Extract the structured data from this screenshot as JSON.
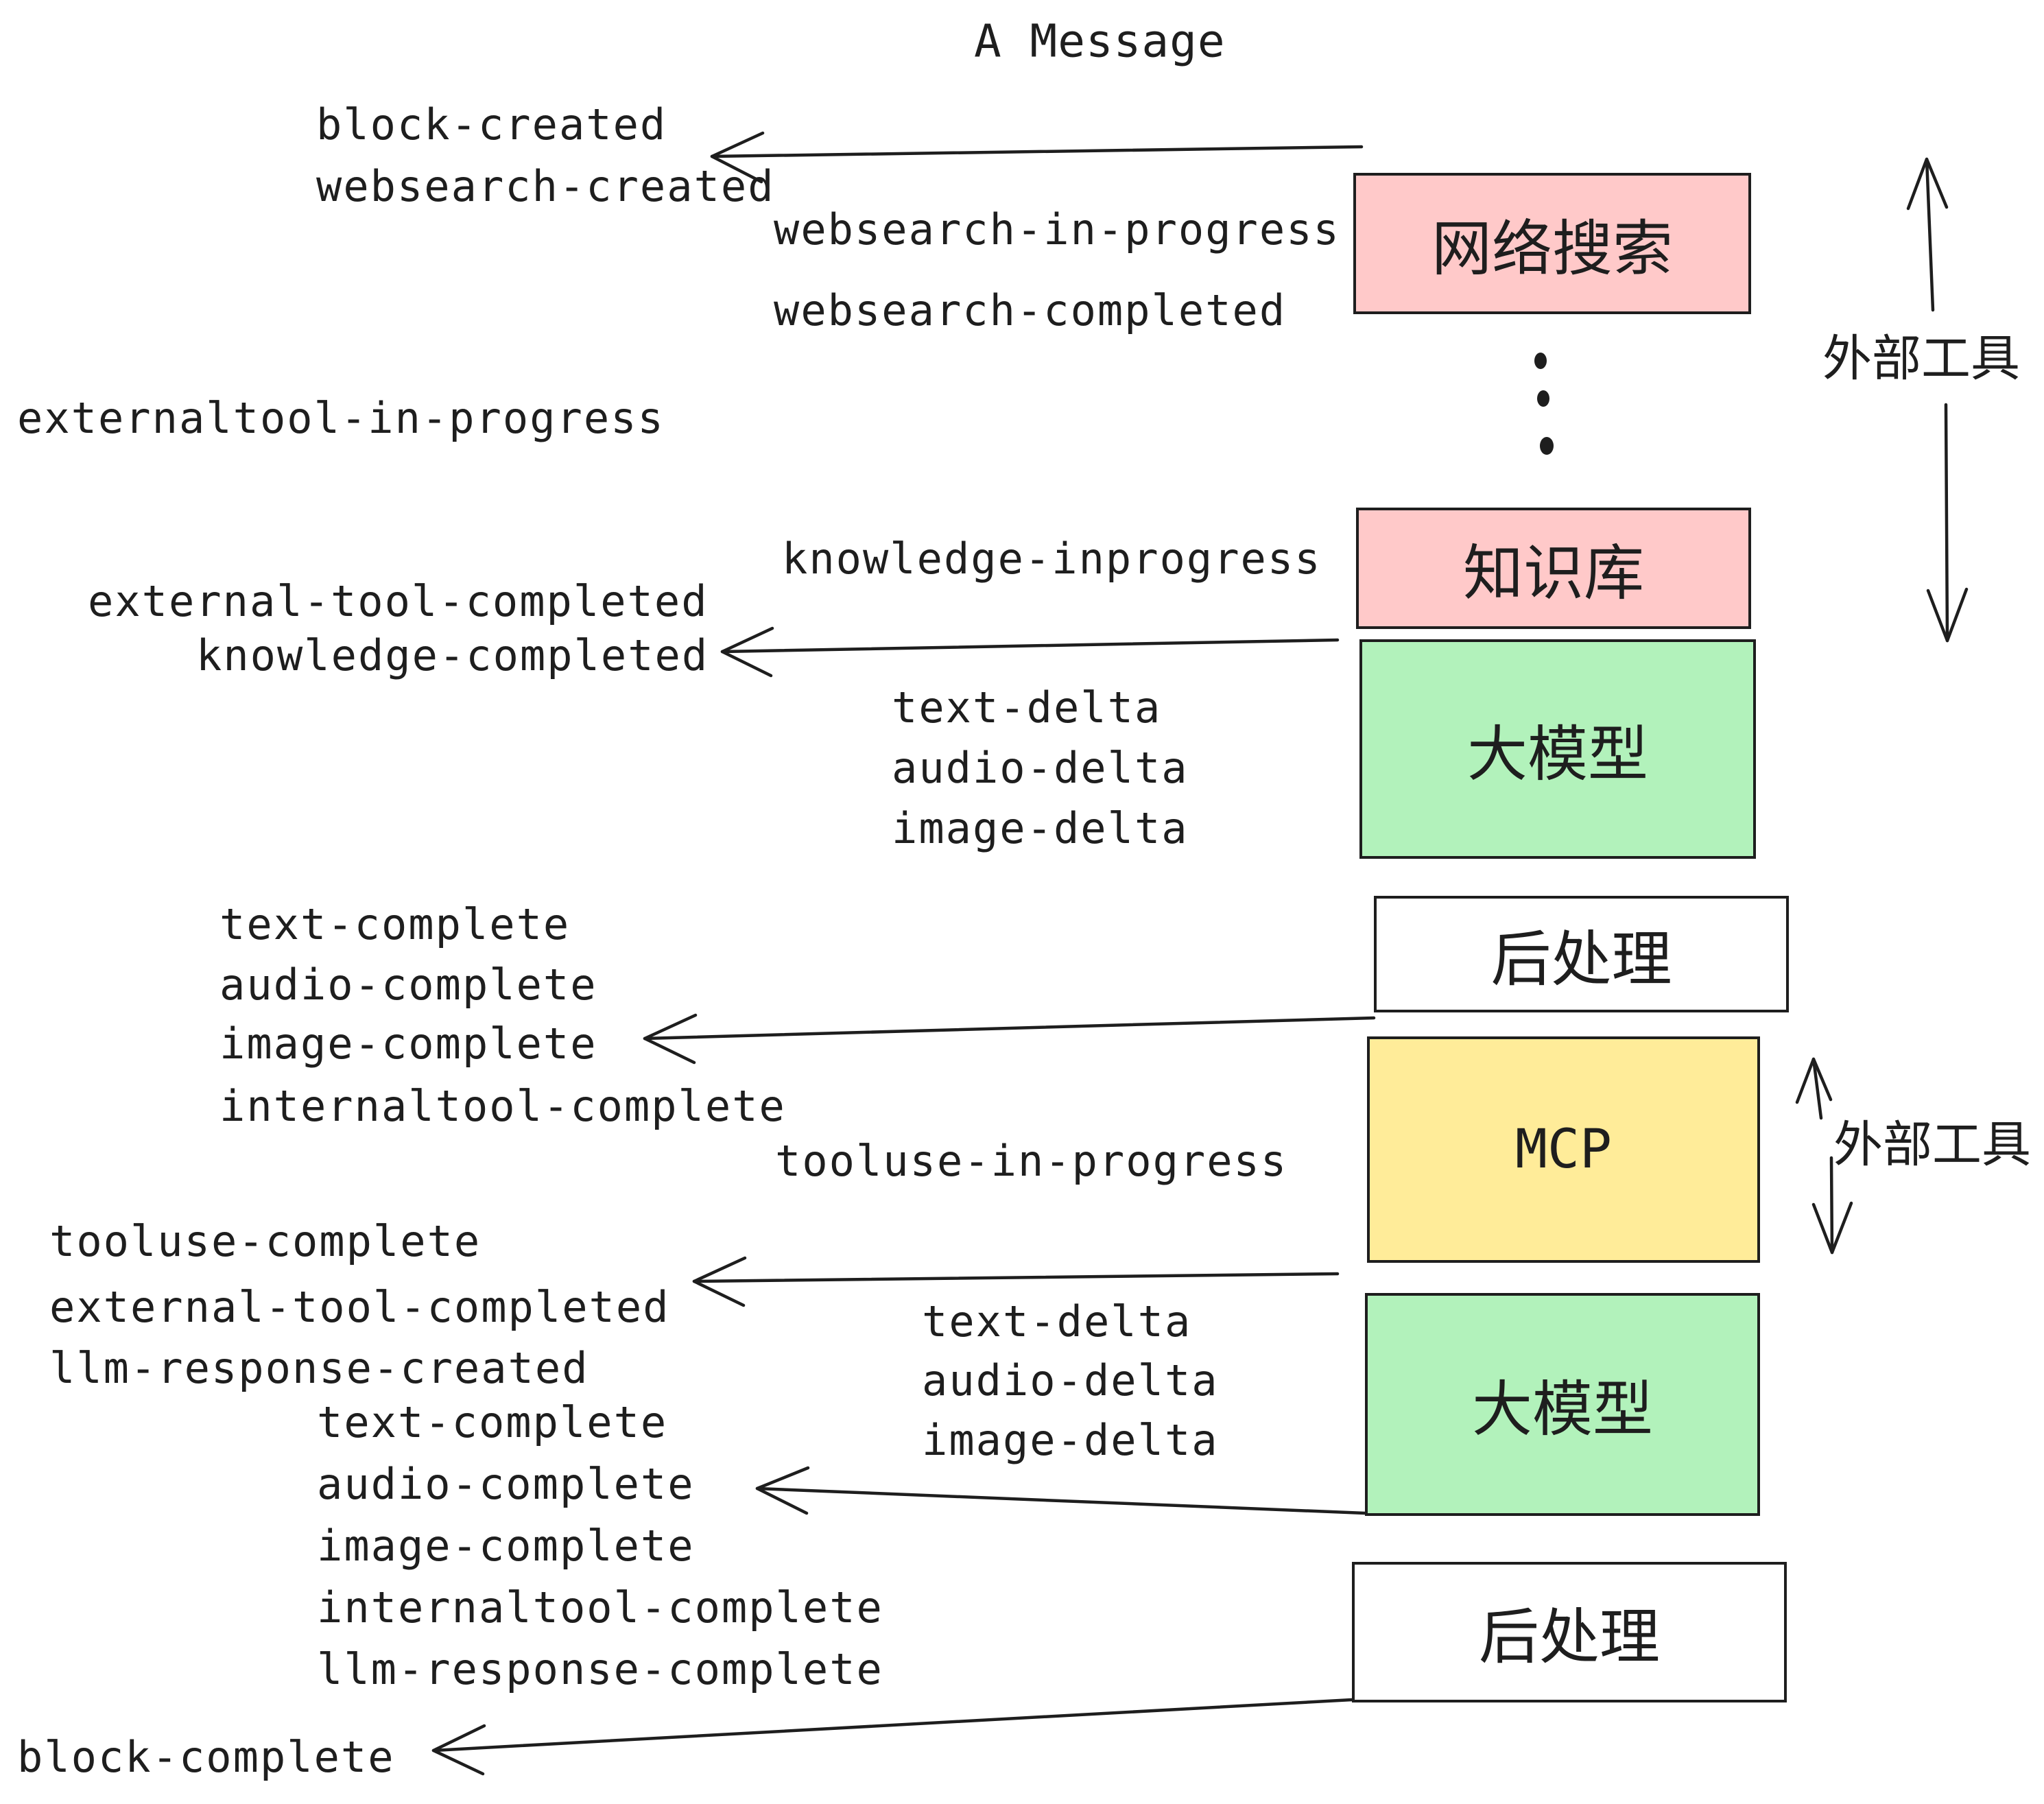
{
  "title": "A Message",
  "colors": {
    "stroke": "#1e1e1e",
    "text": "#1e1e1e",
    "box_pink": "#ffc9c9",
    "box_green": "#b2f2bb",
    "box_yellow": "#ffec99",
    "box_white": "#ffffff",
    "background": "#ffffff"
  },
  "boxes": {
    "websearch": "网络搜索",
    "knowledge": "知识库",
    "llm1": "大模型",
    "post1": "后处理",
    "mcp": "MCP",
    "llm2": "大模型",
    "post2": "后处理"
  },
  "side_labels": {
    "external_tool_top": "外部工具",
    "external_tool_mid": "外部工具"
  },
  "events": {
    "block_created": "block-created",
    "websearch_created": "websearch-created",
    "websearch_in_progress": "websearch-in-progress",
    "websearch_completed": "websearch-completed",
    "externaltool_in_progress": "externaltool-in-progress",
    "knowledge_inprogress": "knowledge-inprogress",
    "external_tool_completed_1": "external-tool-completed",
    "knowledge_completed": "knowledge-completed",
    "text_delta_1": "text-delta",
    "audio_delta_1": "audio-delta",
    "image_delta_1": "image-delta",
    "text_complete_1": "text-complete",
    "audio_complete_1": "audio-complete",
    "image_complete_1": "image-complete",
    "internaltool_complete_1": "internaltool-complete",
    "tooluse_in_progress": "tooluse-in-progress",
    "tooluse_complete": "tooluse-complete",
    "external_tool_completed_2": "external-tool-completed",
    "llm_response_created": "llm-response-created",
    "text_complete_2": "text-complete",
    "audio_complete_2": "audio-complete",
    "image_complete_2": "image-complete",
    "internaltool_complete_2": "internaltool-complete",
    "llm_response_complete": "llm-response-complete",
    "block_complete": "block-complete"
  }
}
